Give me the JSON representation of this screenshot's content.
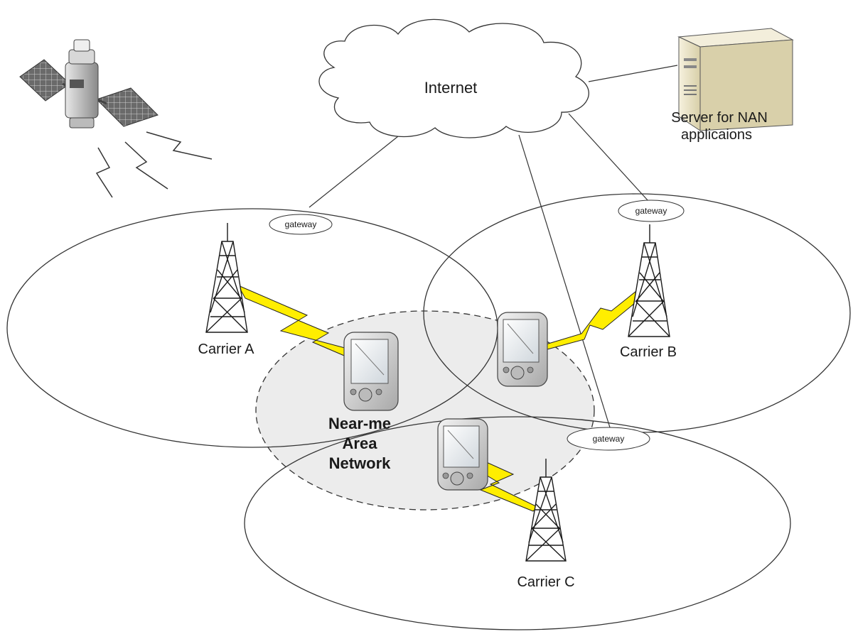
{
  "internet": {
    "label": "Internet"
  },
  "server": {
    "label_line1": "Server for NAN",
    "label_line2": "applicaions"
  },
  "gateways": [
    {
      "label": "gateway"
    },
    {
      "label": "gateway"
    },
    {
      "label": "gateway"
    }
  ],
  "carriers": [
    {
      "label": "Carrier A"
    },
    {
      "label": "Carrier B"
    },
    {
      "label": "Carrier C"
    }
  ],
  "nan": {
    "line1": "Near-me",
    "line2": "Area",
    "line3": "Network"
  },
  "colors": {
    "bolt": "#ffee00",
    "nan_fill": "#ececec",
    "line": "#333333"
  }
}
